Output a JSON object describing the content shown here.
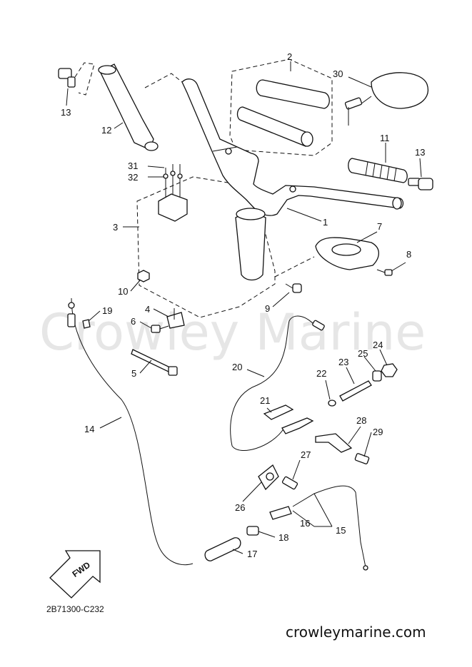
{
  "diagram": {
    "watermark": "Crowley Marine",
    "code": "2B71300-C232",
    "site": "crowleymarine.com",
    "fwd_label": "FWD",
    "callouts": {
      "p1": "1",
      "p2": "2",
      "p3": "3",
      "p4": "4",
      "p5": "5",
      "p6": "6",
      "p7": "7",
      "p8": "8",
      "p9": "9",
      "p10": "10",
      "p11": "11",
      "p12": "12",
      "p13a": "13",
      "p13b": "13",
      "p14": "14",
      "p15": "15",
      "p16": "16",
      "p17": "17",
      "p18": "18",
      "p19": "19",
      "p20": "20",
      "p21": "21",
      "p22": "22",
      "p23": "23",
      "p24": "24",
      "p25": "25",
      "p26": "26",
      "p27": "27",
      "p28": "28",
      "p29": "29",
      "p30": "30",
      "p31": "31",
      "p32": "32"
    }
  }
}
